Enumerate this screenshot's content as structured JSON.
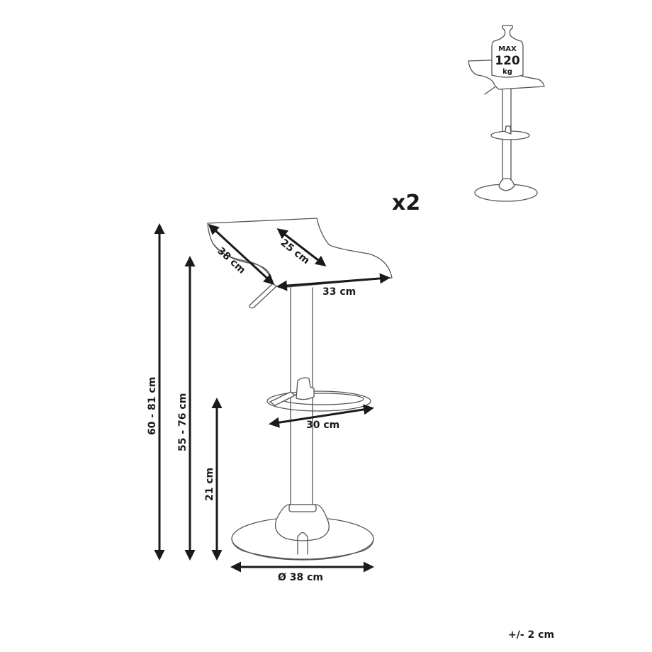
{
  "diagram": {
    "type": "product-dimension-drawing",
    "subject": "bar stool",
    "quantity_label": "x2",
    "tolerance_label": "+/- 2 cm",
    "max_load": {
      "line1": "MAX",
      "line2": "120",
      "line3": "kg"
    },
    "dimensions": {
      "seat_depth": "38 cm",
      "seat_inner": "25 cm",
      "seat_width": "33 cm",
      "footrest_width": "30 cm",
      "base_diameter": "Ø 38 cm",
      "total_height": "60 - 81 cm",
      "seat_height": "55 - 76 cm",
      "footrest_height": "21 cm"
    },
    "colors": {
      "line": "#555555",
      "dimension": "#1a1a1a",
      "background": "#ffffff"
    }
  }
}
